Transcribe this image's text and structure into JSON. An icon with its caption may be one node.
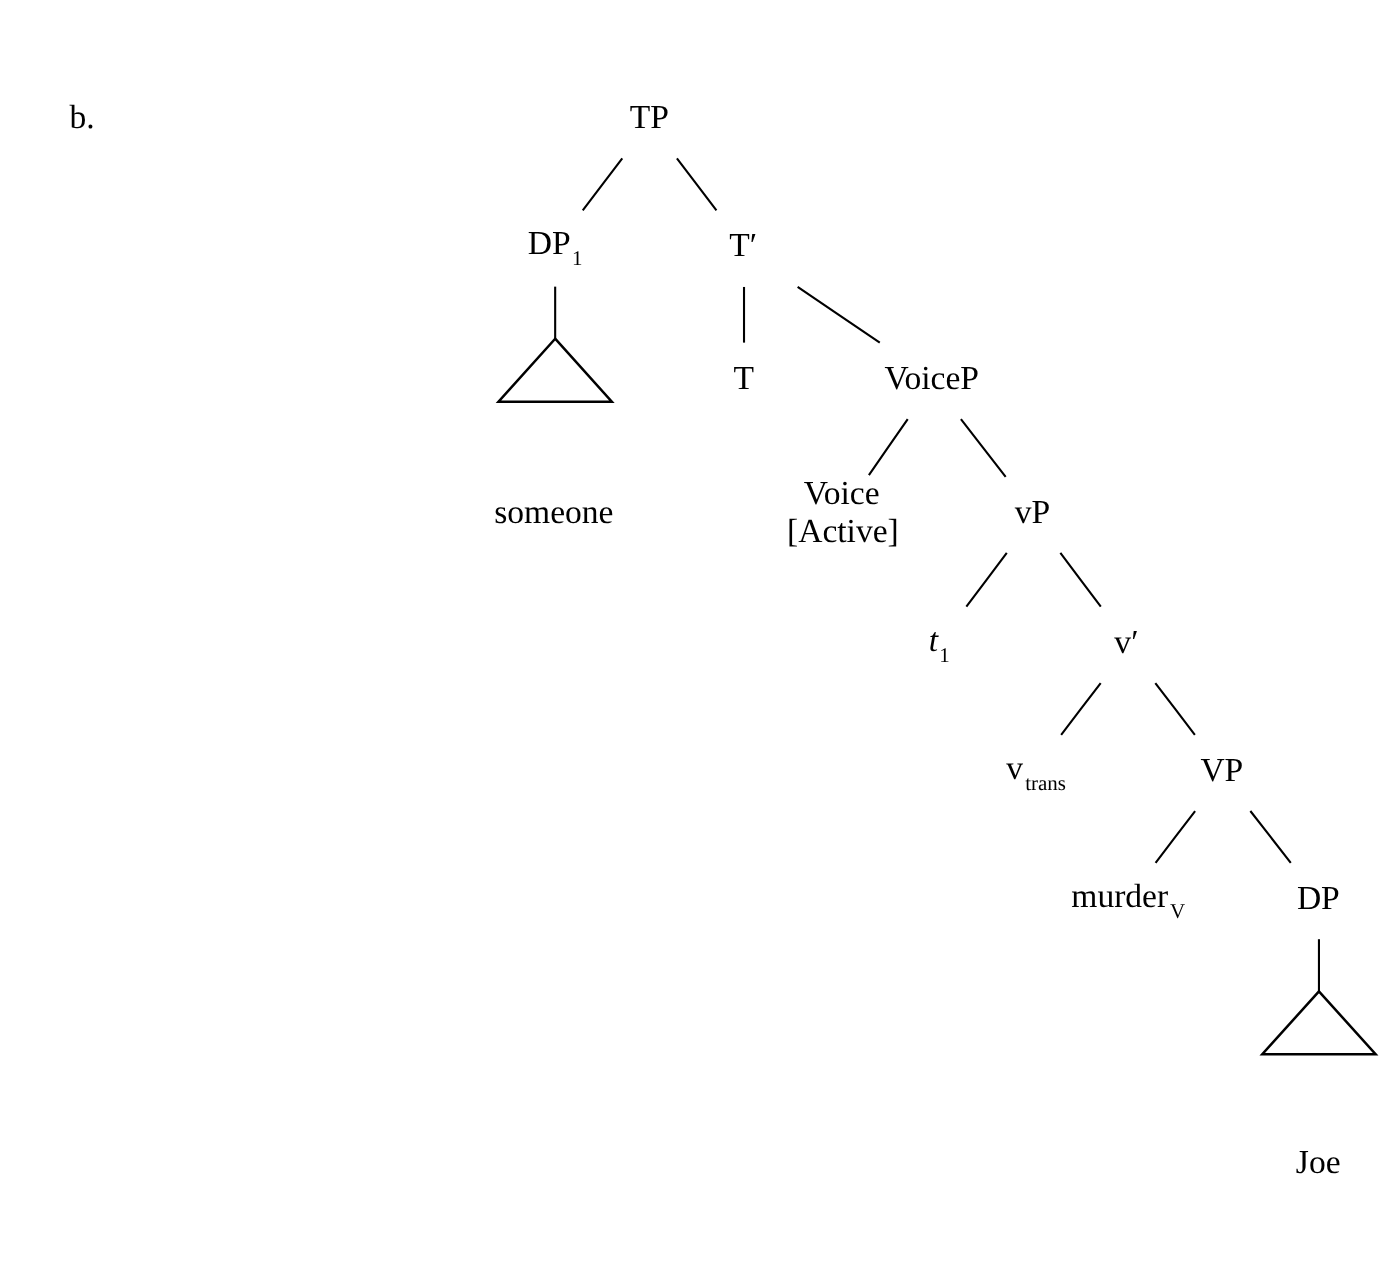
{
  "diagram": {
    "nodes": [
      {
        "text": [
          "TP"
        ]
      },
      {
        "text": [
          "DP$_{1}$"
        ]
      },
      {
        "text": [],
        "shape": "triangle",
        "beside": [
          "someone"
        ]
      },
      {
        "text": [
          "T′"
        ]
      },
      {
        "text": [
          "T"
        ]
      },
      {
        "text": [
          "VoiceP"
        ]
      },
      {
        "text": [
          "Voice",
          "[Active]"
        ]
      },
      {
        "text": [
          "vP"
        ]
      },
      {
        "text": [
          "*t*$_{1}$"
        ]
      },
      {
        "text": [
          "v′"
        ]
      },
      {
        "text": [
          "v$_{trans}$"
        ]
      },
      {
        "text": [
          "VP"
        ]
      },
      {
        "text": [
          "murder$_{V}$"
        ]
      },
      {
        "text": [
          "DP"
        ]
      },
      {
        "text": [],
        "shape": "triangle",
        "beside": [
          "Joe"
        ]
      }
    ],
    "edges": [
      {
        "from": 0,
        "to": 1,
        "arrow": "none"
      },
      {
        "from": 0,
        "to": 3,
        "arrow": "none"
      },
      {
        "from": 1,
        "to": 2,
        "arrow": "none"
      },
      {
        "from": 3,
        "to": 4,
        "arrow": "none"
      },
      {
        "from": 3,
        "to": 5,
        "arrow": "none"
      },
      {
        "from": 5,
        "to": 6,
        "arrow": "none"
      },
      {
        "from": 5,
        "to": 7,
        "arrow": "none"
      },
      {
        "from": 7,
        "to": 8,
        "arrow": "none"
      },
      {
        "from": 7,
        "to": 9,
        "arrow": "none"
      },
      {
        "from": 9,
        "to": 10,
        "arrow": "none"
      },
      {
        "from": 9,
        "to": 11,
        "arrow": "none"
      },
      {
        "from": 11,
        "to": 12,
        "arrow": "none"
      },
      {
        "from": 11,
        "to": 13,
        "arrow": "none"
      },
      {
        "from": 13,
        "to": 14,
        "arrow": "none"
      }
    ],
    "labels": [
      "b."
    ]
  }
}
